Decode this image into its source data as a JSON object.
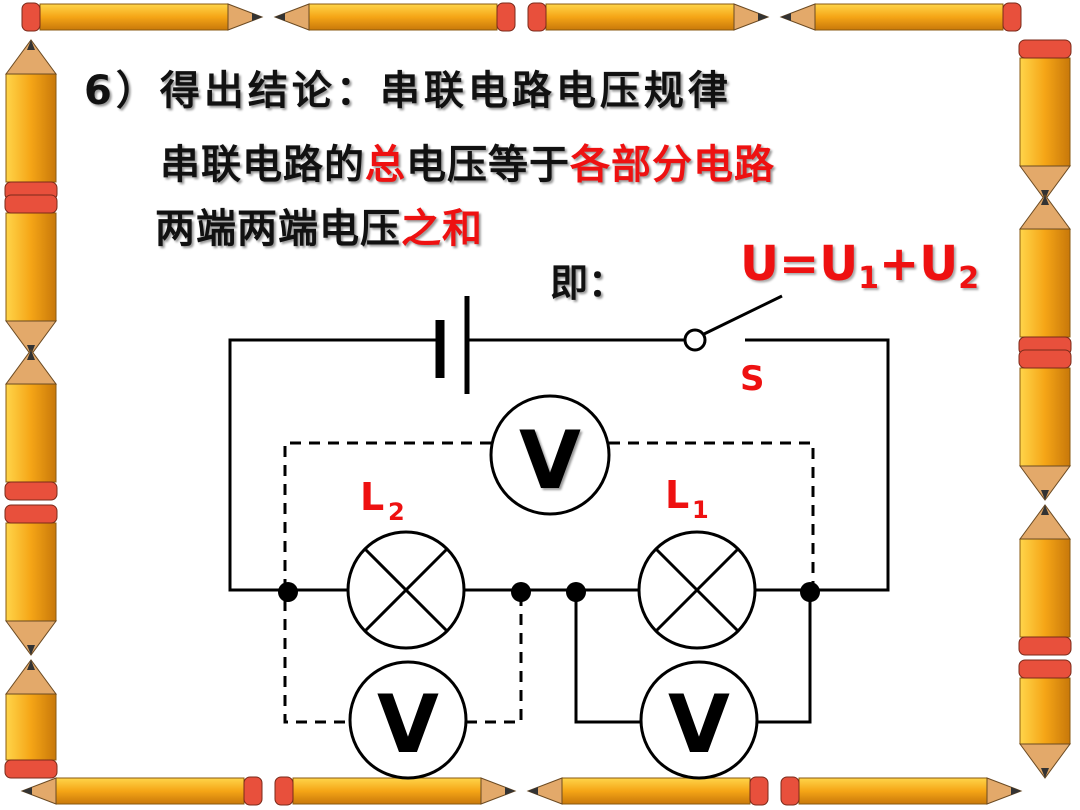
{
  "heading": "6）得出结论：串联电路电压规律",
  "conclusion": {
    "p1": "串联电路的",
    "p2": "总",
    "p3": "电压等于",
    "p4": "各部分电路",
    "p5": "两端两端电压",
    "p6": "之和"
  },
  "formula_intro": "即：",
  "formula": {
    "u": "U=U",
    "sub1": "1",
    "plus": "+U",
    "sub2": "2"
  },
  "circuit": {
    "switch_label": "S",
    "lamp2_label": "L",
    "lamp2_sub": "2",
    "lamp1_label": "L",
    "lamp1_sub": "1",
    "voltmeter_total": "V",
    "voltmeter_l2": "V",
    "voltmeter_l1": "V"
  },
  "colors": {
    "highlight": "#ee1111",
    "pencil_body": "#f2a818",
    "pencil_tip": "#e3a96a",
    "eraser": "#e8503c"
  }
}
